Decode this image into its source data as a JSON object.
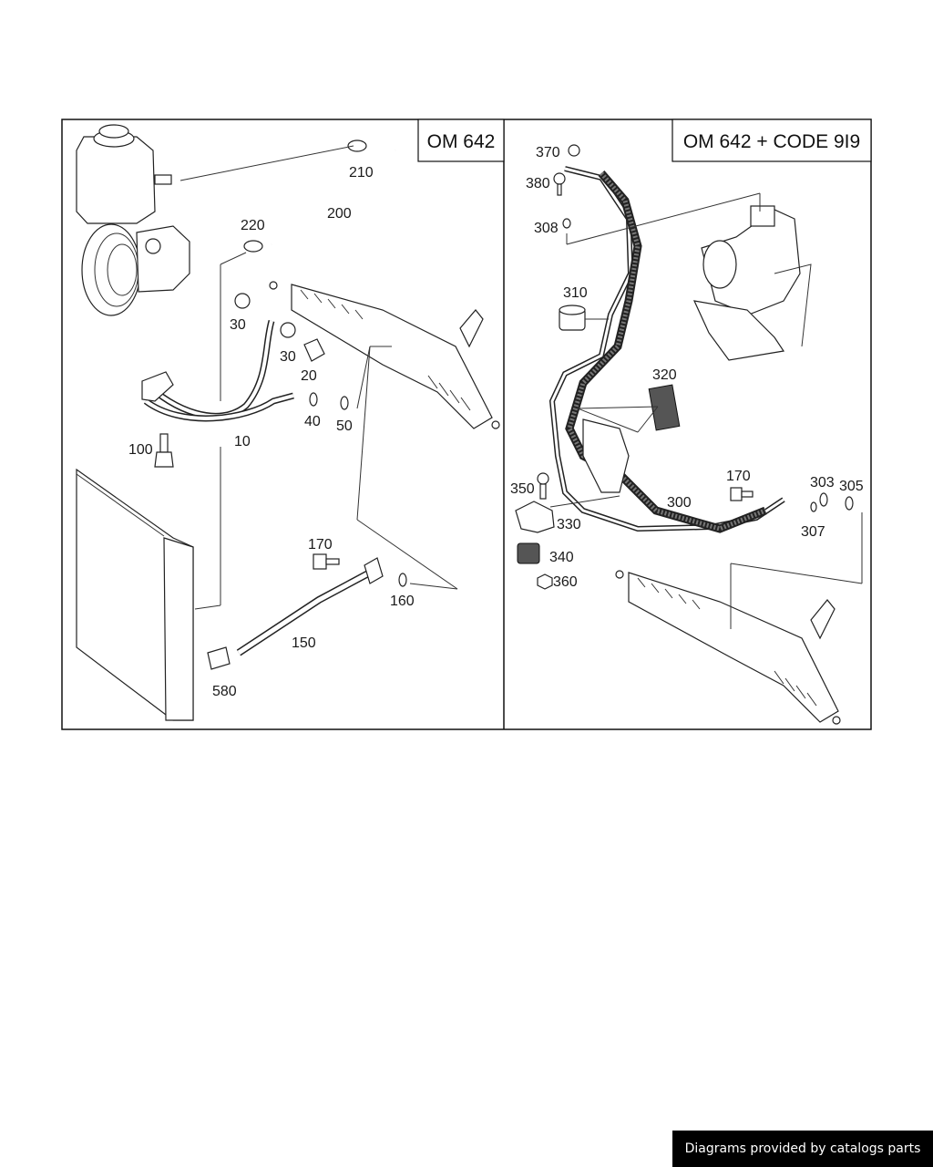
{
  "panels": {
    "left": {
      "title": "OM 642"
    },
    "right": {
      "title": "OM 642 + CODE 9I9"
    }
  },
  "callouts": {
    "c210": "210",
    "c200": "200",
    "c220": "220",
    "c30a": "30",
    "c30b": "30",
    "c20": "20",
    "c40": "40",
    "c50": "50",
    "c10": "10",
    "c100": "100",
    "c170l": "170",
    "c160": "160",
    "c150": "150",
    "c580": "580",
    "c370": "370",
    "c380": "380",
    "c308": "308",
    "c310": "310",
    "c320": "320",
    "c170r": "170",
    "c303": "303",
    "c305": "305",
    "c307": "307",
    "c300": "300",
    "c350": "350",
    "c330": "330",
    "c340": "340",
    "c360": "360"
  },
  "footer": {
    "text": "Diagrams provided by catalogs parts"
  }
}
